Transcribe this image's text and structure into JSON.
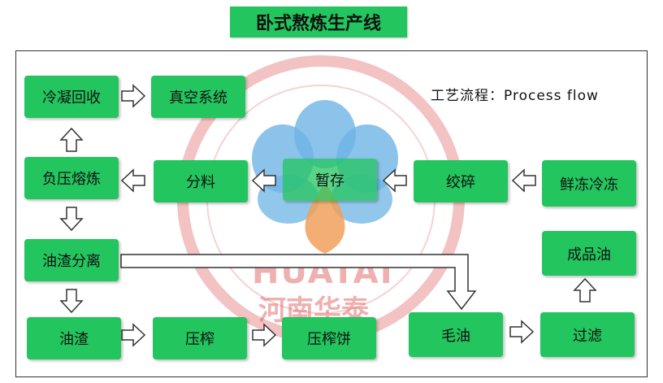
{
  "title": "卧式熬炼生产线",
  "process_label": "工艺流程：Process flow",
  "watermark": {
    "latin": "HUATAI",
    "chinese": "河南华泰"
  },
  "nodes": {
    "fresh_frozen": "鲜冻冷冻",
    "grind": "绞碎",
    "temp_storage": "暂存",
    "distribute": "分料",
    "neg_pressure": "负压熔炼",
    "condense": "冷凝回收",
    "vacuum": "真空系统",
    "oil_residue_sep": "油渣分离",
    "oil_residue": "油渣",
    "press": "压榨",
    "press_cake": "压榨饼",
    "crude_oil": "毛油",
    "filter": "过滤",
    "product_oil": "成品油"
  }
}
